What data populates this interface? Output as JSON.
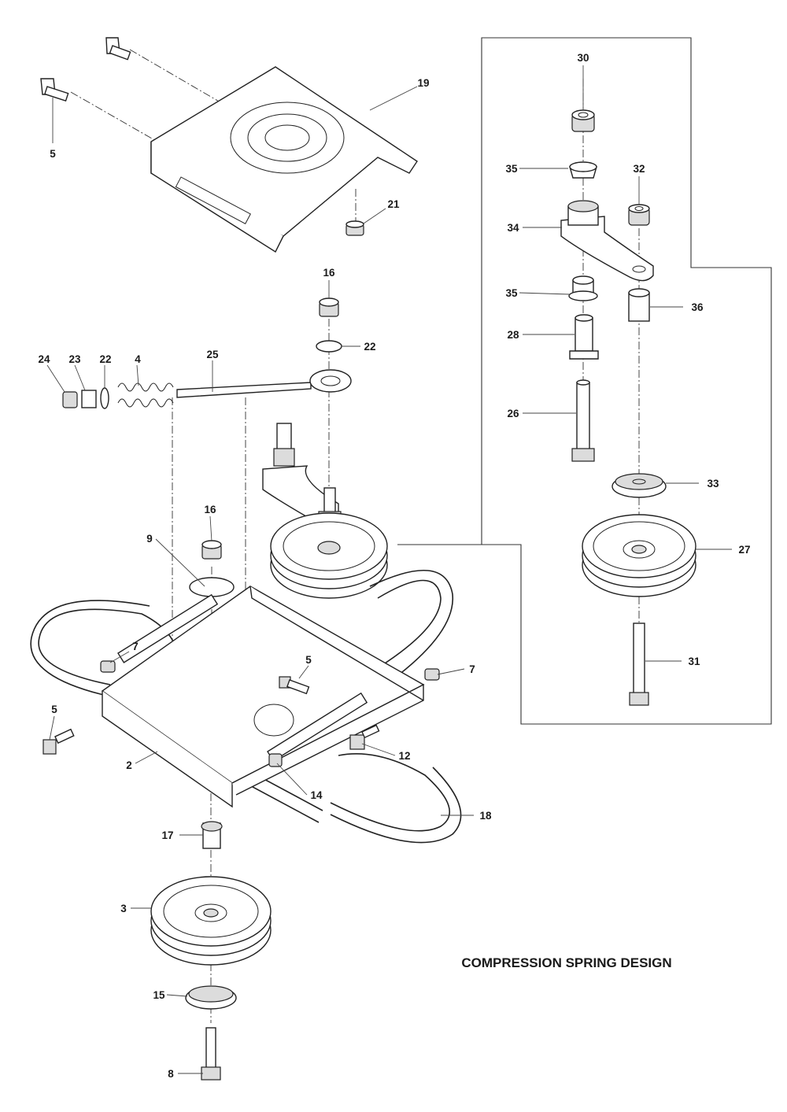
{
  "title": "COMPRESSION SPRING DESIGN",
  "callouts": {
    "c30": "30",
    "c35a": "35",
    "c32": "32",
    "c34": "34",
    "c35b": "35",
    "c36": "36",
    "c28": "28",
    "c26": "26",
    "c33": "33",
    "c27": "27",
    "c31": "31",
    "c5a": "5",
    "c19": "19",
    "c21": "21",
    "c16a": "16",
    "c22a": "22",
    "c24": "24",
    "c23": "23",
    "c22b": "22",
    "c4": "4",
    "c25": "25",
    "c16b": "16",
    "c9": "9",
    "c7a": "7",
    "c5b": "5",
    "c7b": "7",
    "c5c": "5",
    "c12": "12",
    "c2": "2",
    "c14": "14",
    "c18": "18",
    "c17": "17",
    "c3": "3",
    "c15": "15",
    "c8": "8"
  }
}
